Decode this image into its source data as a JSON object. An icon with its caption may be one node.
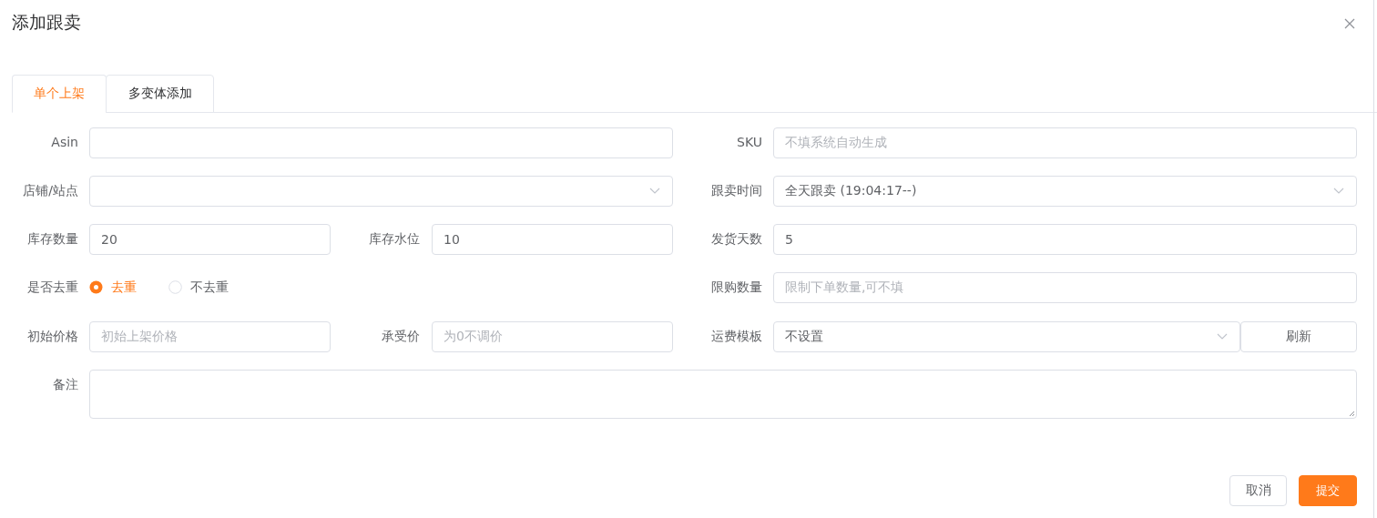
{
  "diagram": {
    "title": "添加跟卖",
    "nodes": [
      {
        "text": [
          "单个上架"
        ]
      },
      {
        "text": [
          "多变体添加"
        ]
      },
      {
        "text": [],
        "shape": "box"
      },
      {
        "text": [
          "不填系统自动生成"
        ]
      },
      {
        "text": [],
        "shape": "box"
      },
      {
        "text": [
          "全天跟卖 (19:04:17--)"
        ]
      },
      {
        "text": [
          "20"
        ]
      },
      {
        "text": [
          "10"
        ]
      },
      {
        "text": [
          "5"
        ]
      },
      {
        "text": [
          "限制下单数量,可不填"
        ]
      },
      {
        "text": [
          "初始上架价格"
        ]
      },
      {
        "text": [
          "为0不调价"
        ]
      },
      {
        "text": [
          "不设置"
        ]
      },
      {
        "text": [
          "刷新"
        ]
      },
      {
        "text": [],
        "shape": "box"
      },
      {
        "text": [
          "取消"
        ]
      },
      {
        "text": [
          "提交"
        ]
      }
    ],
    "edges": [],
    "labels": [
      "Asin",
      "SKU",
      "店铺/站点",
      "跟卖时间",
      "库存数量",
      "库存水位",
      "发货天数",
      "是否去重",
      "去重",
      "不去重",
      "限购数量",
      "初始价格",
      "承受价",
      "运费模板",
      "备注"
    ]
  }
}
